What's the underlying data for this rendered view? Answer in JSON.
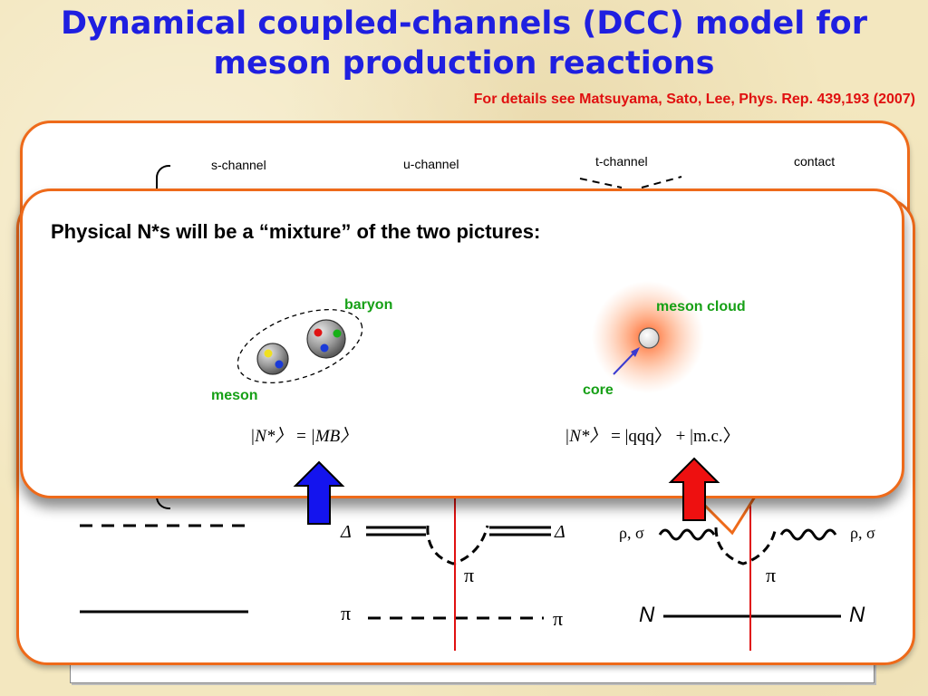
{
  "title_line1": "Dynamical coupled-channels (DCC) model for",
  "title_line2": "meson production reactions",
  "reference": "For details see Matsuyama, Sato, Lee, Phys. Rep. 439,193 (2007)",
  "channels": {
    "s": "s-channel",
    "u": "u-channel",
    "t": "t-channel",
    "contact": "contact"
  },
  "mixture_text": "Physical N*s will be a “mixture” of the two pictures:",
  "left_picture": {
    "baryon_label": "baryon",
    "meson_label": "meson",
    "formula_lhs": "|N*〉",
    "formula_eq": " = ",
    "formula_rhs": "|MB〉"
  },
  "right_picture": {
    "cloud_label": "meson cloud",
    "core_label": "core",
    "formula_lhs": "|N*〉",
    "formula_eq": " = ",
    "formula_rhs": "|qqq〉 + |m.c.〉"
  },
  "diagram_labels": {
    "delta_left": "Δ",
    "delta_right": "Δ",
    "pi_mid1": "π",
    "pi_bottom_left": "π",
    "pi_bottom_right": "π",
    "rho_sigma_left": "ρ, σ",
    "rho_sigma_right": "ρ, σ",
    "pi_mid2": "π",
    "N_left": "N",
    "N_right": "N"
  },
  "colors": {
    "title": "#1f1fe0",
    "reference": "#e01010",
    "card_border": "#ee6a1a",
    "label_green": "#16a016",
    "arrow_blue": "#1414ee",
    "arrow_red": "#ee1010"
  }
}
